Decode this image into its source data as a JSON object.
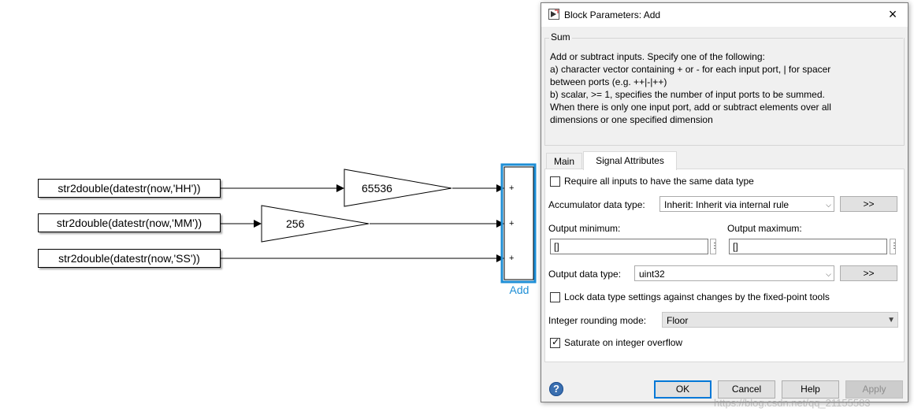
{
  "canvas": {
    "sources": [
      {
        "label": "str2double(datestr(now,'HH'))"
      },
      {
        "label": "str2double(datestr(now,'MM'))"
      },
      {
        "label": "str2double(datestr(now,'SS'))"
      }
    ],
    "gains": [
      {
        "label": "65536"
      },
      {
        "label": "256"
      }
    ],
    "sum_block": {
      "signs": [
        "+",
        "+",
        "+"
      ],
      "caption": "Add",
      "selection_color": "#1f8fd6"
    }
  },
  "dialog": {
    "title": "Block Parameters: Add",
    "close_icon": "×",
    "group_title": "Sum",
    "description_lines": [
      "Add or subtract inputs.  Specify one of the following:",
      "a) character vector containing + or - for each input port, | for spacer",
      "between ports (e.g. ++|-|++)",
      "b) scalar, >= 1, specifies the number of input ports to be summed.",
      "When there is only one input port, add or subtract elements over all",
      "dimensions or one specified dimension"
    ],
    "tabs": [
      {
        "label": "Main",
        "active": false
      },
      {
        "label": "Signal Attributes",
        "active": true
      }
    ],
    "signal_attributes": {
      "require_same_type": {
        "label": "Require all inputs to have the same data type",
        "checked": false
      },
      "accumulator": {
        "label": "Accumulator data type:",
        "value": "Inherit: Inherit via internal rule",
        "assistant": ">>"
      },
      "output_min": {
        "label": "Output minimum:",
        "value": "[]"
      },
      "output_max": {
        "label": "Output maximum:",
        "value": "[]"
      },
      "output_type": {
        "label": "Output data type:",
        "value": "uint32",
        "assistant": ">>"
      },
      "lock": {
        "label": "Lock data type settings against changes by the fixed-point tools",
        "checked": false
      },
      "rounding": {
        "label": "Integer rounding mode:",
        "value": "Floor"
      },
      "saturate": {
        "label": "Saturate on integer overflow",
        "checked": true
      }
    },
    "buttons": {
      "ok": "OK",
      "cancel": "Cancel",
      "help": "Help",
      "apply": "Apply"
    },
    "help_icon": "?"
  },
  "watermark": "https://blog.csdn.net/qq_21155583",
  "colors": {
    "accent": "#1f8fd6",
    "dialog_bg": "#f0f0f0",
    "ok_border": "#0078d7"
  }
}
